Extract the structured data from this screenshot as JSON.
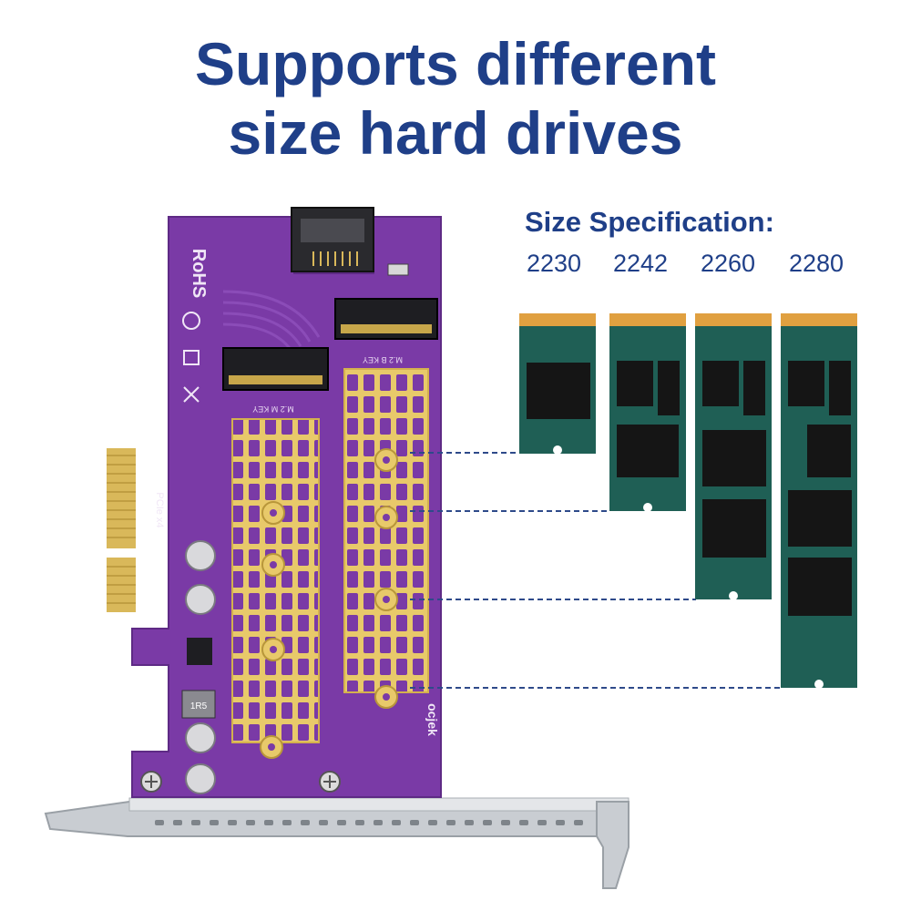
{
  "headline": {
    "line1": "Supports different",
    "line2": "size hard drives"
  },
  "spec": {
    "title": "Size Specification:",
    "sizes": [
      "2230",
      "2242",
      "2260",
      "2280"
    ]
  },
  "card": {
    "rohs": "RoHS",
    "slot_b": "M.2 B KEY",
    "slot_m": "M.2 M KEY",
    "brand": "ocjek",
    "pcie": "PCIe x4",
    "inductor": "1R5"
  },
  "colors": {
    "headline": "#1f3f88",
    "pcb": "#7a3aa6",
    "gold": "#e6c76a",
    "ssd": "#1e5f55",
    "bracket": "#c8ccd1"
  }
}
